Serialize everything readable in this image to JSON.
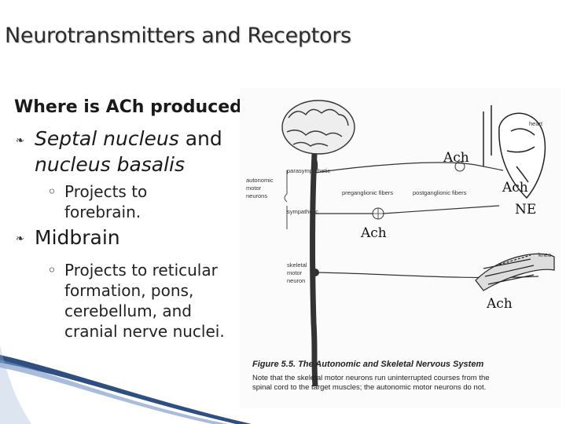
{
  "title": "Neurotransmitters and Receptors",
  "heading": "Where is ACh produced?",
  "bullets": [
    {
      "italic_line1": "Septal nucleus",
      "plain_line1": " and",
      "italic_line2": "nucleus basalis",
      "sub": [
        "Projects to",
        "forebrain."
      ]
    },
    {
      "label": "Midbrain",
      "sub": [
        "Projects to reticular",
        "formation, pons,",
        "cerebellum, and",
        "cranial nerve nuclei."
      ]
    }
  ],
  "figure": {
    "labels": {
      "heart": "heart",
      "parasympathetic": "parasympathetic",
      "autonomic_motor_neurons": [
        "autonomic",
        "motor",
        "neurons"
      ],
      "sympathetic": "sympathetic",
      "preganglionic": "preganglionic fibers",
      "postganglionic": "postganglionic fibers",
      "skeletal_motor_neuron": [
        "skeletal",
        "motor",
        "neuron"
      ],
      "knee": "knee"
    },
    "caption_title": "Figure 5.5.   The Autonomic and Skeletal Nervous System",
    "caption_lines": [
      "Note that the skeletal motor neurons run uninterrupted courses from the",
      "spinal cord to the target muscles; the autonomic motor neurons do not."
    ],
    "annotations": {
      "ach_top": "Ach",
      "ach_heart": "Ach",
      "ne": "NE",
      "ach_ganglion": "Ach",
      "ach_knee": "Ach"
    }
  }
}
